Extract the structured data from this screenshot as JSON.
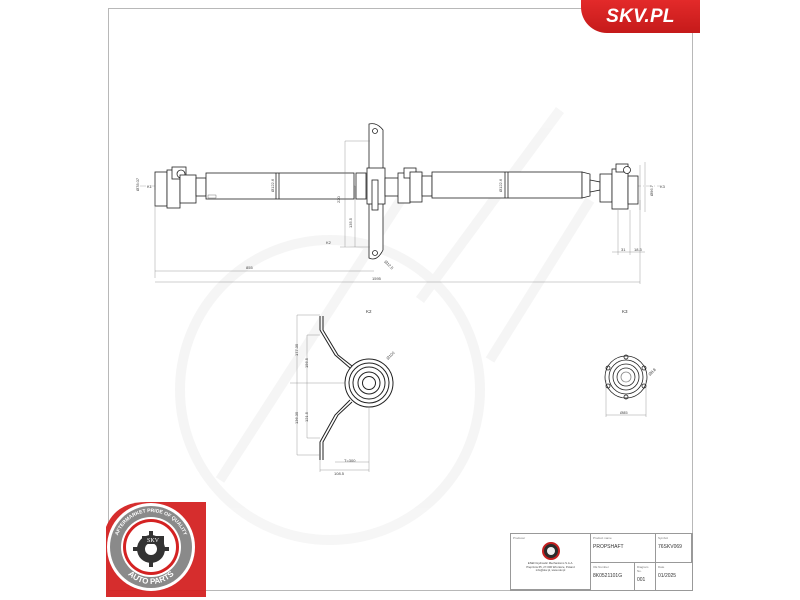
{
  "brand": {
    "name": "SKV.PL",
    "color": "#d42222"
  },
  "drawing": {
    "views": {
      "main": {
        "label": ""
      },
      "k2": {
        "label": "K2"
      },
      "k3": {
        "label": "K3"
      }
    },
    "dimensions": {
      "left_flange_height": "Ø78.07",
      "left_offset": "K1",
      "tube_diameter_left": "Ø122.6",
      "tube_diameter_right": "Ø122.6",
      "bearing_height": "220",
      "bearing_offset": "135.5",
      "bearing_label": "K2",
      "bearing_hole": "Ø12.5",
      "length_to_bearing": "855",
      "total_length": "1595",
      "right_flange_height": "Ø96.7",
      "right_label": "K3",
      "right_dim_a": "31",
      "right_dim_b": "18.3",
      "k2_top_outer": "177.35",
      "k2_top_inner": "156.5",
      "k2_bottom_outer": "136.35",
      "k2_bottom_inner": "121.5",
      "k2_bearing_dia": "Ø100",
      "k2_thickness": "T=300",
      "k2_width": "108.5",
      "k3_hole_dia": "Ø8.8",
      "k3_pcd": "Ø85"
    }
  },
  "title_block": {
    "producer_label": "Producer",
    "company_line1": "ESEN Hydraulic Mechanisms S.A.A.",
    "company_line2": "Pieprzów 65, 27-600 Wronisze, Poland",
    "company_line3": "info@skv.pl, www.skv.pl",
    "product_name_label": "Product name",
    "product_name": "PROPSHAFT",
    "symbol_label": "Symbol",
    "symbol": "76SKV069",
    "oe_number_label": "OE Number",
    "oe_number": "8K0521101G",
    "diagram_no_label": "Diagram No.",
    "diagram_no": "001",
    "date_label": "Date",
    "date": "01/2025"
  },
  "seal": {
    "top_text": "AFTERMARKET PRIDE OF QUALITY",
    "center_text": "SKV",
    "bottom_text": "AUTO PARTS",
    "accent_color": "#d42222",
    "ring_color": "#8a8a8a"
  }
}
